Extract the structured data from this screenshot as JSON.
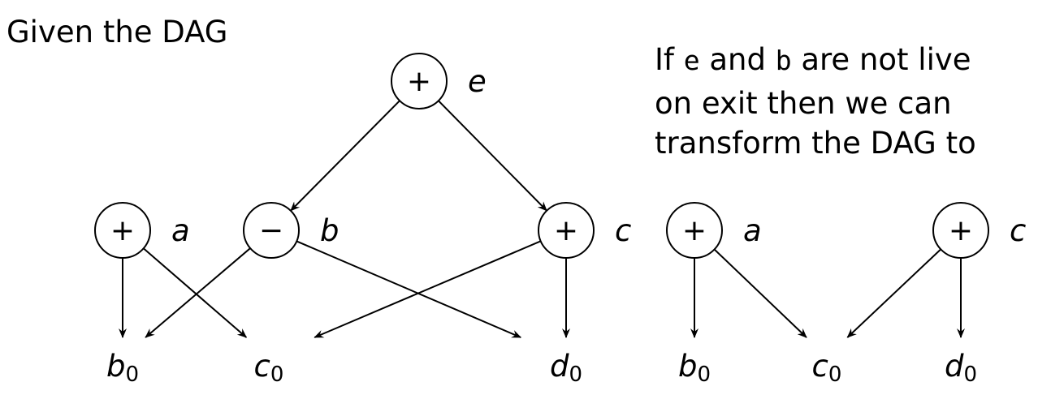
{
  "intro_text": "Given the DAG",
  "explanation": {
    "line1_pre": "If ",
    "var1": "e",
    "line1_mid": " and ",
    "var2": "b",
    "line1_post": " are not live",
    "line2": "on exit then we can",
    "line3": "transform the DAG to"
  },
  "dag_left": {
    "nodes": [
      {
        "id": "e",
        "op": "+",
        "label": "e"
      },
      {
        "id": "a",
        "op": "+",
        "label": "a"
      },
      {
        "id": "b",
        "op": "−",
        "label": "b"
      },
      {
        "id": "c",
        "op": "+",
        "label": "c"
      }
    ],
    "leaves": [
      {
        "id": "b0",
        "base": "b",
        "sub": "0"
      },
      {
        "id": "c0",
        "base": "c",
        "sub": "0"
      },
      {
        "id": "d0",
        "base": "d",
        "sub": "0"
      }
    ],
    "edges": [
      [
        "e",
        "b"
      ],
      [
        "e",
        "c"
      ],
      [
        "a",
        "b0"
      ],
      [
        "a",
        "c0"
      ],
      [
        "b",
        "b0"
      ],
      [
        "b",
        "d0"
      ],
      [
        "c",
        "c0"
      ],
      [
        "c",
        "d0"
      ]
    ]
  },
  "dag_right": {
    "nodes": [
      {
        "id": "a",
        "op": "+",
        "label": "a"
      },
      {
        "id": "c",
        "op": "+",
        "label": "c"
      }
    ],
    "leaves": [
      {
        "id": "b0",
        "base": "b",
        "sub": "0"
      },
      {
        "id": "c0",
        "base": "c",
        "sub": "0"
      },
      {
        "id": "d0",
        "base": "d",
        "sub": "0"
      }
    ],
    "edges": [
      [
        "a",
        "b0"
      ],
      [
        "a",
        "c0"
      ],
      [
        "c",
        "c0"
      ],
      [
        "c",
        "d0"
      ]
    ]
  }
}
